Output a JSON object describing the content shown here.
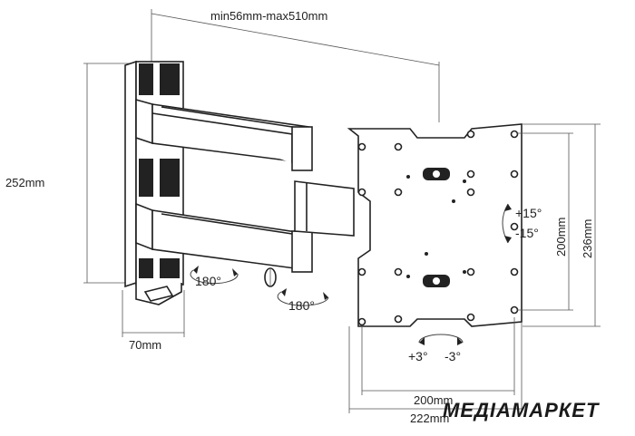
{
  "dimensions": {
    "arm_extension": "min56mm-max510mm",
    "total_height": "252mm",
    "wall_plate_depth": "70mm",
    "vesa_vertical": "200mm",
    "plate_height": "236mm",
    "vesa_horizontal": "200mm",
    "plate_width": "222mm"
  },
  "rotations": {
    "swivel_wall": "180°",
    "swivel_arm": "180°",
    "tilt_up": "+15°",
    "tilt_down": "-15°",
    "rotate_plus": "+3°",
    "rotate_minus": "-3°"
  },
  "watermark": "МЕДІАМАРКЕТ"
}
